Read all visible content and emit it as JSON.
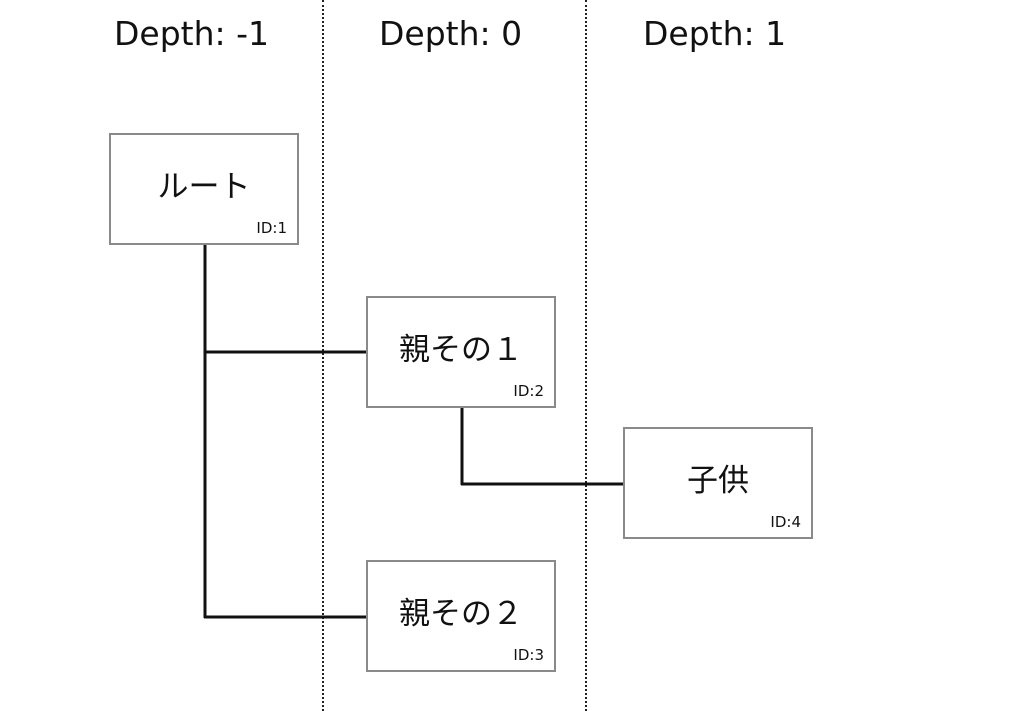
{
  "headers": {
    "depth_minus1": "Depth: -1",
    "depth_0": "Depth: 0",
    "depth_1": "Depth: 1"
  },
  "nodes": {
    "root": {
      "label": "ルート",
      "id_text": "ID:1"
    },
    "parent1": {
      "label": "親その１",
      "id_text": "ID:2"
    },
    "parent2": {
      "label": "親その２",
      "id_text": "ID:3"
    },
    "child": {
      "label": "子供",
      "id_text": "ID:4"
    }
  },
  "colors": {
    "node_border": "#8a8a8a",
    "connector": "#111111",
    "divider": "#222222"
  }
}
